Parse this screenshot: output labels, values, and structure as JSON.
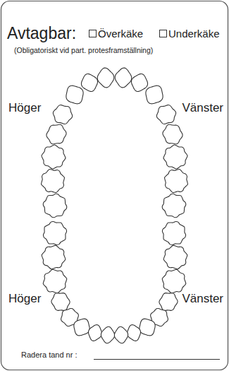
{
  "diagram": {
    "labels": [
      "Avtagbar:",
      "Överkäke",
      "Underkäke",
      "(Obligatoriskt vid part. protesframställning)",
      "Höger",
      "Vänster",
      "Höger",
      "Vänster",
      "Radera tand nr :"
    ]
  }
}
